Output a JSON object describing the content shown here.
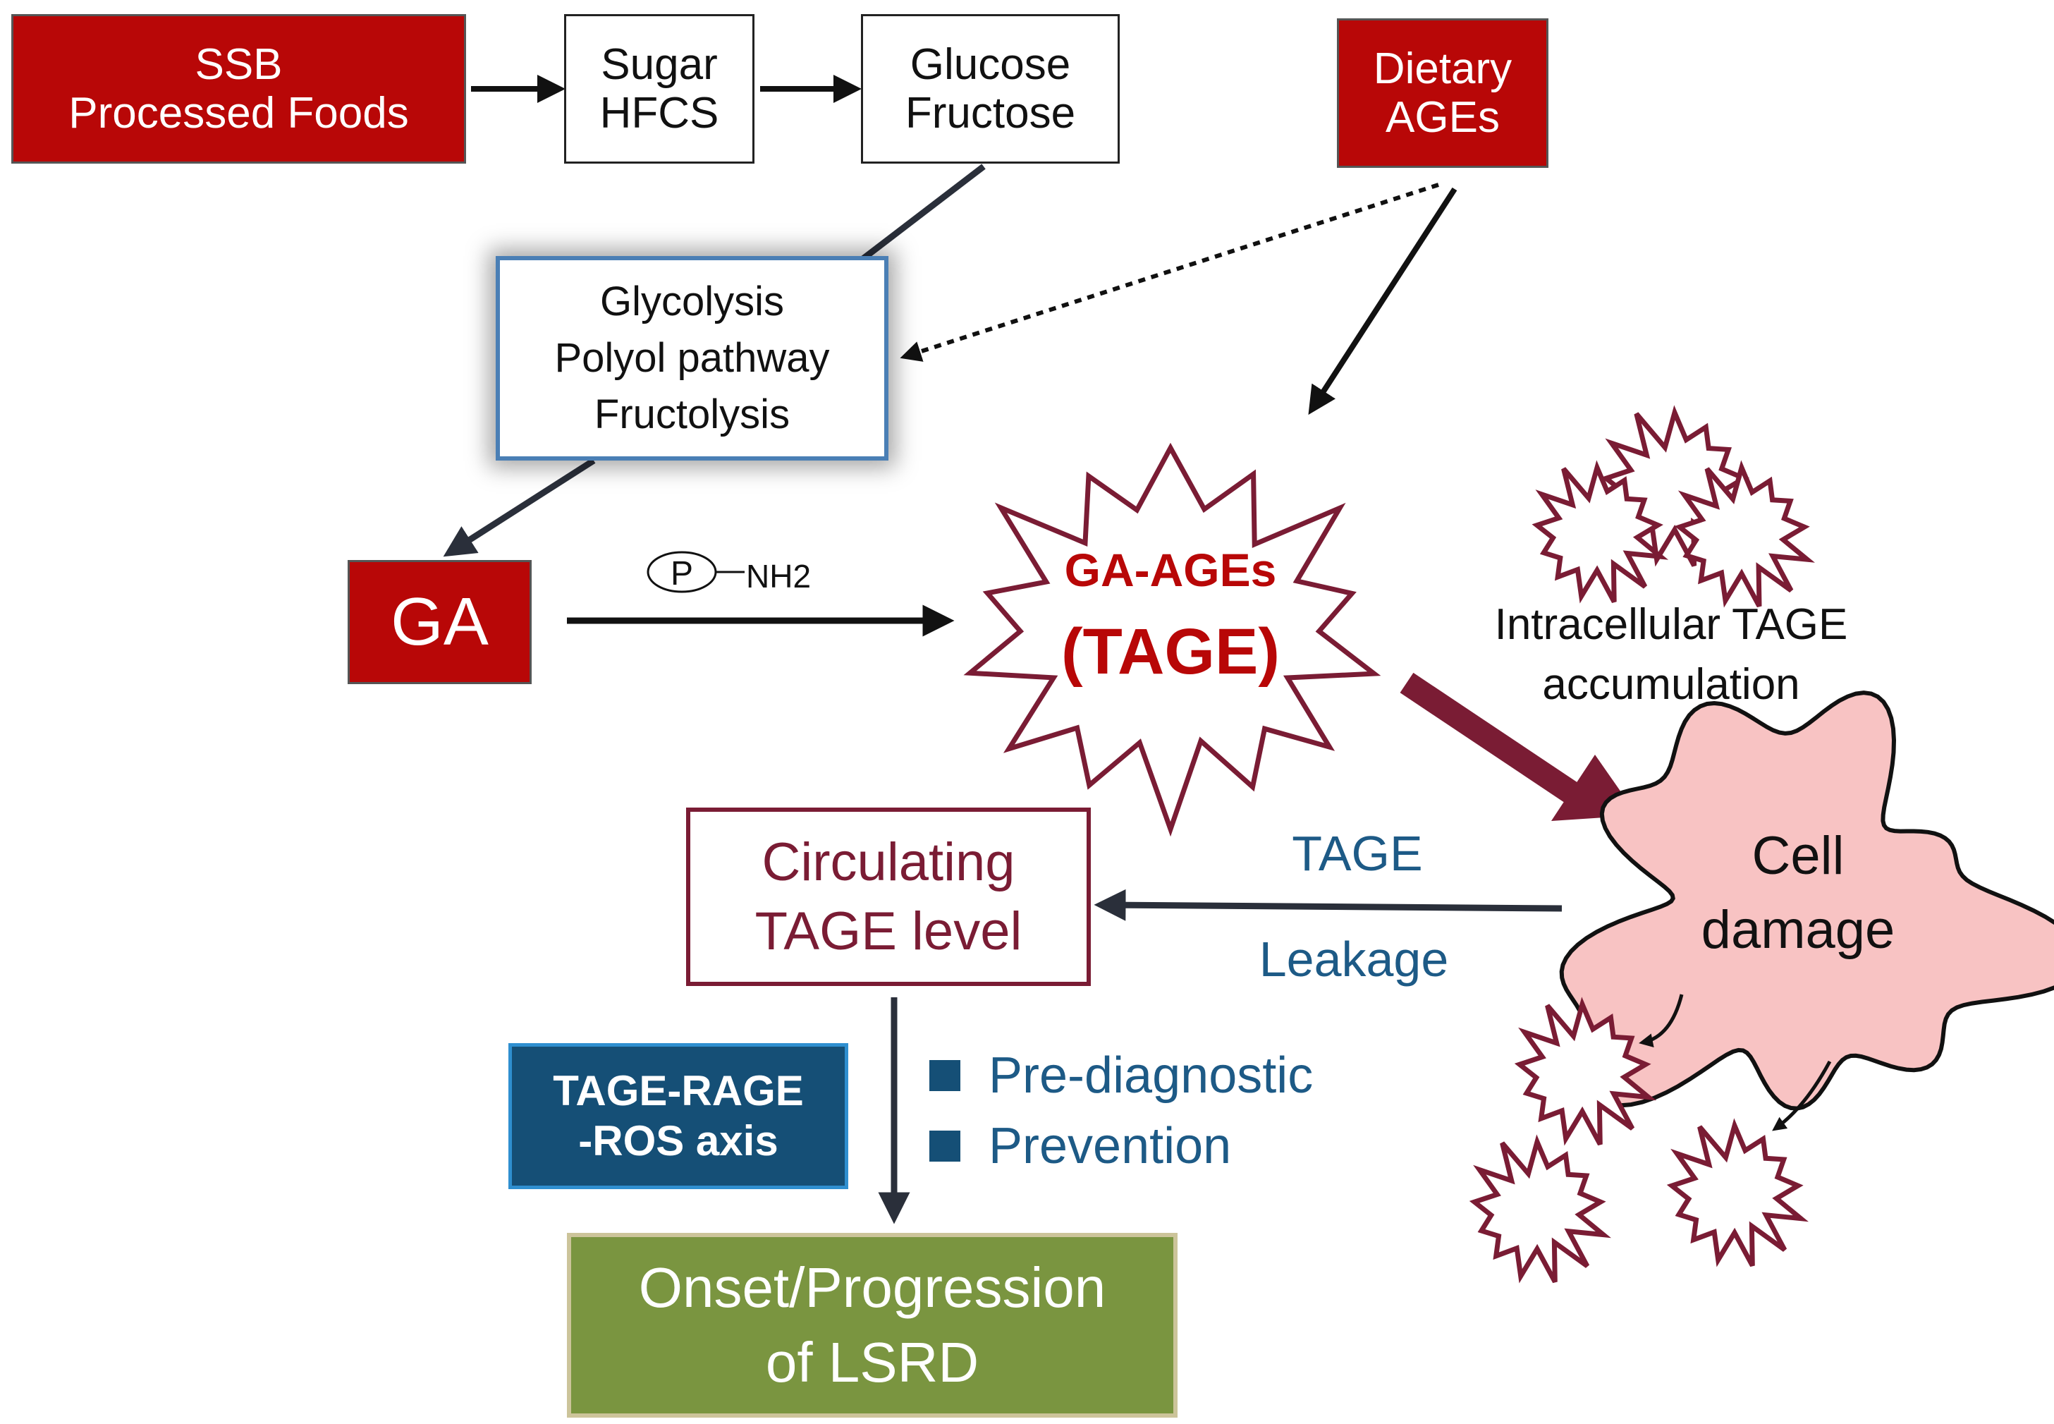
{
  "boxes": {
    "ssb": [
      "SSB",
      "Processed Foods"
    ],
    "sugar": [
      "Sugar",
      "HFCS"
    ],
    "glucose": [
      "Glucose",
      "Fructose"
    ],
    "dietary": [
      "Dietary",
      "AGEs"
    ],
    "glycolysis": [
      "Glycolysis",
      "Polyol pathway",
      "Fructolysis"
    ],
    "ga": "GA",
    "circulating": [
      "Circulating",
      "TAGE level"
    ],
    "axis": [
      "TAGE-RAGE",
      "-ROS axis"
    ],
    "onset": [
      "Onset/Progression",
      "of LSRD"
    ]
  },
  "labels": {
    "ga_ages_title": "GA-AGEs",
    "ga_ages_sub": "(TAGE)",
    "phosphate_symbol": "P",
    "nh2": "NH2",
    "intracellular_1": "Intracellular TAGE",
    "intracellular_2": "accumulation",
    "cell_1": "Cell",
    "cell_2": "damage",
    "tage": "TAGE",
    "leakage": "Leakage"
  },
  "bullets": [
    "Pre-diagnostic",
    "Prevention"
  ],
  "colors": {
    "red_box": "#b80707",
    "maroon": "#7a1c34",
    "blue_outline": "#4a7fb5",
    "navy": "#154f76",
    "text_blue": "#1d5a86",
    "olive": "#7a9540",
    "cell_fill": "#f8c3c3"
  }
}
